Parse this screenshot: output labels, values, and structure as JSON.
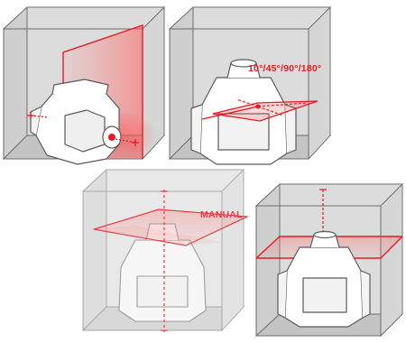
{
  "labels": {
    "angle_options": "10°/45°/90°/180°",
    "manual_mode": "MANUAL"
  },
  "colors": {
    "laser": "#e31b23",
    "box_fill": "#d3d3d3",
    "box_edge": "#6b6b6b",
    "device_fill": "#ffffff",
    "device_stroke": "#5a5a5a"
  },
  "panels": [
    {
      "name": "vertical-plane-panel",
      "mode": "vertical plane"
    },
    {
      "name": "scan-angle-panel",
      "mode": "scan angles"
    },
    {
      "name": "manual-slope-panel",
      "mode": "manual"
    },
    {
      "name": "horizontal-plane-panel",
      "mode": "horizontal plane"
    }
  ]
}
